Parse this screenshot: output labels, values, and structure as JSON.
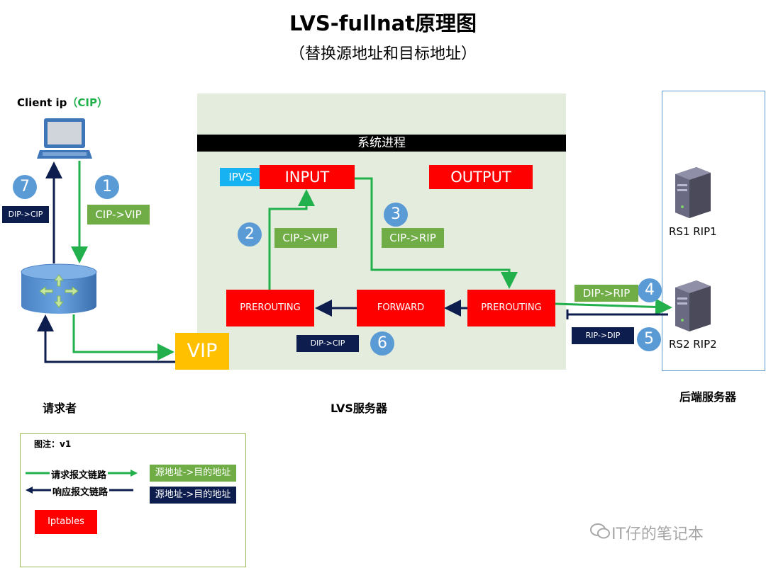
{
  "title": "LVS-fullnat原理图",
  "subtitle": "（替换源地址和目标地址）",
  "client": {
    "label": "Client ip",
    "highlight": "（CIP）"
  },
  "system_bar": "系统进程",
  "boxes": {
    "input": "INPUT",
    "output": "OUTPUT",
    "ipvs": "IPVS",
    "prerouting_left": "PREROUTING",
    "forward": "FORWARD",
    "prerouting_right": "PREROUTING",
    "vip": "VIP"
  },
  "steps": [
    "1",
    "2",
    "3",
    "4",
    "5",
    "6",
    "7"
  ],
  "labels": {
    "l1": "CIP->VIP",
    "l2": "CIP->VIP",
    "l3": "CIP->RIP",
    "l4": "DIP->RIP",
    "l5": "RIP->DIP",
    "l6": "DIP->CIP",
    "l7": "DIP->CIP"
  },
  "servers": {
    "rs1": "RS1 RIP1",
    "rs2": "RS2 RIP2"
  },
  "section_labels": {
    "requester": "请求者",
    "lvs": "LVS服务器",
    "backend": "后端服务器"
  },
  "legend": {
    "title": "图注：v1",
    "request_chain": "请求报文链路",
    "response_chain": "响应报文链路",
    "green_sample": "源地址->目的地址",
    "navy_sample": "源地址->目的地址",
    "iptables": "Iptables"
  },
  "watermark": "IT仔的笔记本",
  "colors": {
    "green": "#21b04b",
    "navy": "#0c1d4e",
    "red": "#fe0000",
    "step_blue": "#5b9bd5",
    "label_green": "#70ad47",
    "vip_yellow": "#ffc000",
    "ipvs_blue": "#16b2f2",
    "lvs_bg": "#e3ecdd"
  }
}
